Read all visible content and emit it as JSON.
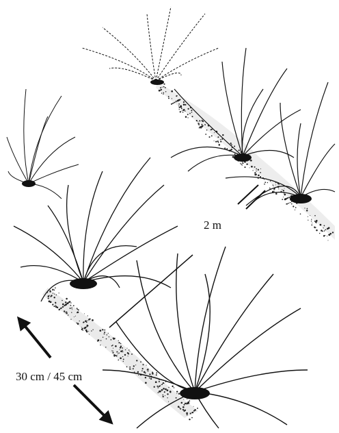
{
  "labels": {
    "distance": "2 m",
    "spacing": "30 cm / 45 cm"
  },
  "plants": [
    {
      "name": "plant-top-center",
      "size": "small"
    },
    {
      "name": "plant-upper-right-front",
      "size": "medium"
    },
    {
      "name": "plant-upper-right-back",
      "size": "medium"
    },
    {
      "name": "plant-left-small",
      "size": "small"
    },
    {
      "name": "plant-middle-left",
      "size": "large"
    },
    {
      "name": "plant-bottom-front",
      "size": "large"
    }
  ],
  "colors": {
    "ink": "#111111",
    "paper": "#ffffff"
  }
}
